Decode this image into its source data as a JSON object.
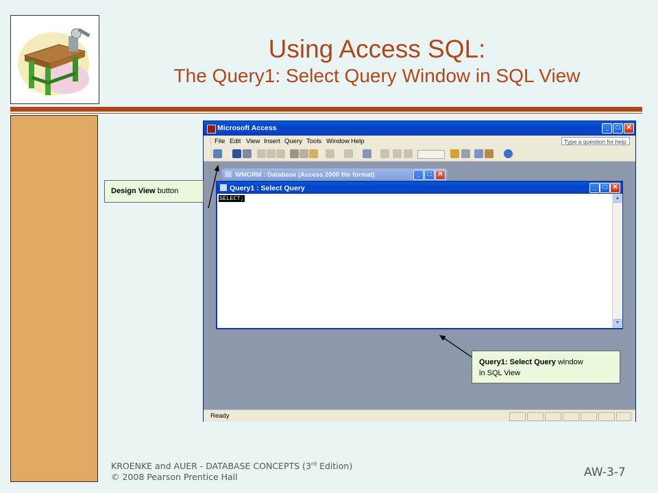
{
  "slide": {
    "title_main": "Using Access SQL:",
    "title_sub": "The Query1: Select Query Window in SQL View",
    "footer_line1_a": "KROENKE and AUER -  DATABASE CONCEPTS (3",
    "footer_line1_sup": "rd",
    "footer_line1_b": " Edition)",
    "footer_line2": "© 2008 Pearson Prentice Hall",
    "page_number": "AW-3-7"
  },
  "access_window": {
    "title": "Microsoft Access",
    "menu": [
      "File",
      "Edit",
      "View",
      "Insert",
      "Query",
      "Tools",
      "Window",
      "Help"
    ],
    "help_placeholder": "Type a question for help",
    "status": "Ready",
    "database_window_title": "WMCRM : Database (Access 2000 file format)",
    "query_window_title": "Query1 : Select Query",
    "sql_text": "SELECT;"
  },
  "callouts": {
    "design_view_bold": "Design View",
    "design_view_rest": " button",
    "query_bold": "Query1:  Select Query",
    "query_rest": " window",
    "query_line2": "in SQL View"
  },
  "colors": {
    "title": "#b0471a",
    "sidebar": "#e0a862",
    "background": "#e9f4f4",
    "callout_fill": "#ecf8dc",
    "xp_blue": "#0042c8"
  }
}
